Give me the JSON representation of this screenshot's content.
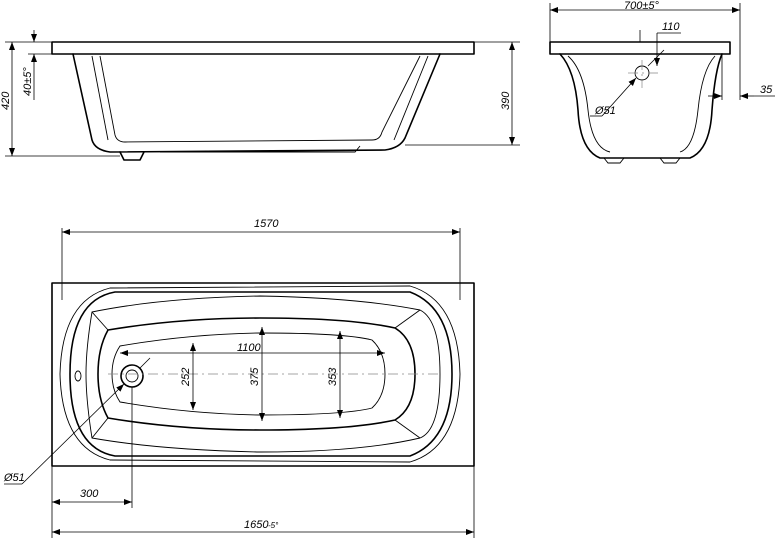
{
  "side_view": {
    "overall_height": "420",
    "rim_thickness": "40±5°",
    "depth": "390"
  },
  "end_view": {
    "width": "700±5°",
    "drain_offset": "110",
    "drain_diameter": "Ø51",
    "leg_offset": "35"
  },
  "top_view": {
    "inner_length": "1570",
    "bottom_length": "1100",
    "drain_width": "252",
    "bottom_width": "375",
    "bottom_width_end": "353",
    "drain_diameter": "Ø51",
    "drain_offset": "300",
    "overall_length": "1650",
    "overall_length_tol": "-5°"
  }
}
